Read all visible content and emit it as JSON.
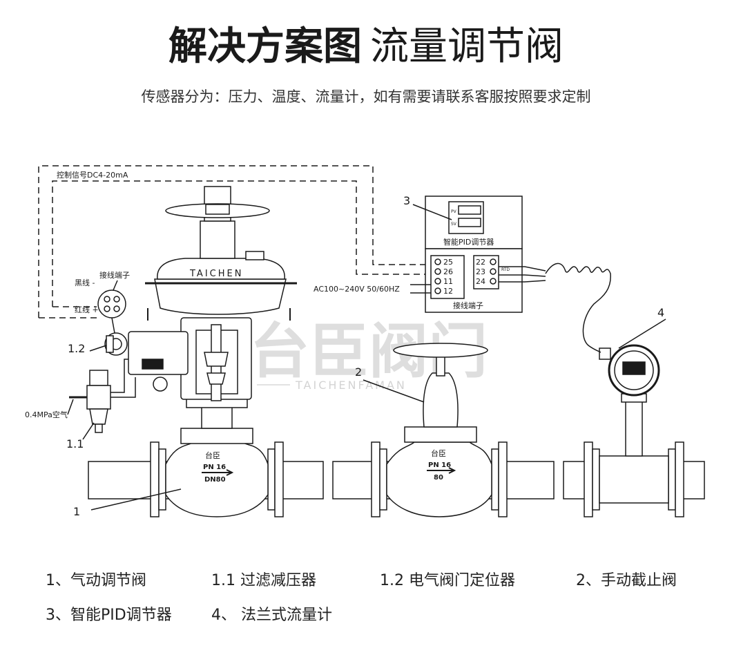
{
  "header": {
    "title_bold": "解决方案图",
    "title_light": "流量调节阀",
    "subtitle": "传感器分为：压力、温度、流量计，如有需要请联系客服按照要求定制"
  },
  "diagram": {
    "signal_label": "控制信号DC4-20mA",
    "brand": "TAICHEN",
    "terminal_label": "接线端子",
    "black_wire": "黑线 -",
    "red_wire": "红线 +",
    "air_supply": "0.4MPa空气",
    "power_label": "AC100~240V 50/60HZ",
    "pid_label": "智能PID调节器",
    "pid_pv": "PV",
    "pid_sv": "SV",
    "rtd_label": "RTD",
    "terminals_left": [
      "25",
      "26",
      "11",
      "12"
    ],
    "terminals_right": [
      "22",
      "23",
      "24"
    ],
    "terminal_box_label": "接线端子",
    "valve1_brand": "台臣",
    "valve1_pn": "PN 16",
    "valve1_dn": "DN80",
    "valve2_brand": "台臣",
    "valve2_pn": "PN 16",
    "valve2_dn": "80",
    "watermark_cn": "台臣阀门",
    "watermark_en": "TAICHENFAMAN",
    "callouts": [
      "1",
      "1.1",
      "1.2",
      "2",
      "3",
      "4"
    ]
  },
  "legend": {
    "items": [
      "1、气动调节阀",
      "1.1 过滤减压器",
      "1.2 电气阀门定位器",
      "2、手动截止阀",
      "3、智能PID调节器",
      "4、 法兰式流量计"
    ]
  },
  "colors": {
    "line": "#1a1a1a",
    "pipe_fill": "#ffffff",
    "watermark": "#d9d9d9"
  }
}
